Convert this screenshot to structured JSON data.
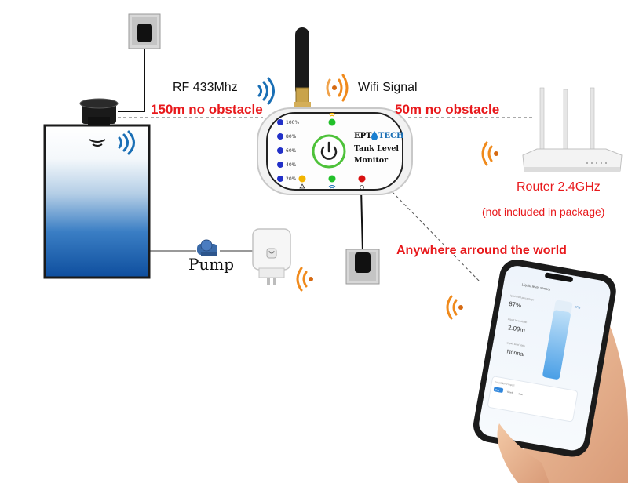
{
  "labels": {
    "rf": "RF 433Mhz",
    "wifi": "Wifi Signal",
    "rf_range": "150m no obstacle",
    "wifi_range": "50m no obstacle",
    "pump": "Pump",
    "router": "Router 2.4GHz",
    "router_note": "(not included in package)",
    "anywhere": "Anywhere arround the world"
  },
  "monitor": {
    "brand_left": "EPT",
    "brand_right": "TECH",
    "line1": "Tank Level",
    "line2": "Monitor",
    "levels": [
      "100%",
      "80%",
      "60%",
      "40%",
      "20%"
    ]
  },
  "phone": {
    "title": "Liquid level sensor",
    "level_label": "Liquid level percentage",
    "level_value": "87%",
    "depth_label": "Liquid level depth",
    "depth_value": "2.09m",
    "state_label": "Liquid level state",
    "state_value": "Normal",
    "gauge_percent": 87,
    "gauge_label": "87%",
    "report_label": "Liquid level report",
    "tabs": [
      "Day",
      "Week",
      "Mon"
    ]
  },
  "colors": {
    "label_red": "#e8191c",
    "signal_orange": "#f08a1c",
    "signal_blue": "#1a6fb5",
    "led_blue": "#2230c8",
    "led_green": "#22c02a",
    "led_yellow": "#f2b400",
    "led_red": "#d81010",
    "power_ring": "#4ec23a",
    "gauge_blue": "#58a8e8"
  }
}
